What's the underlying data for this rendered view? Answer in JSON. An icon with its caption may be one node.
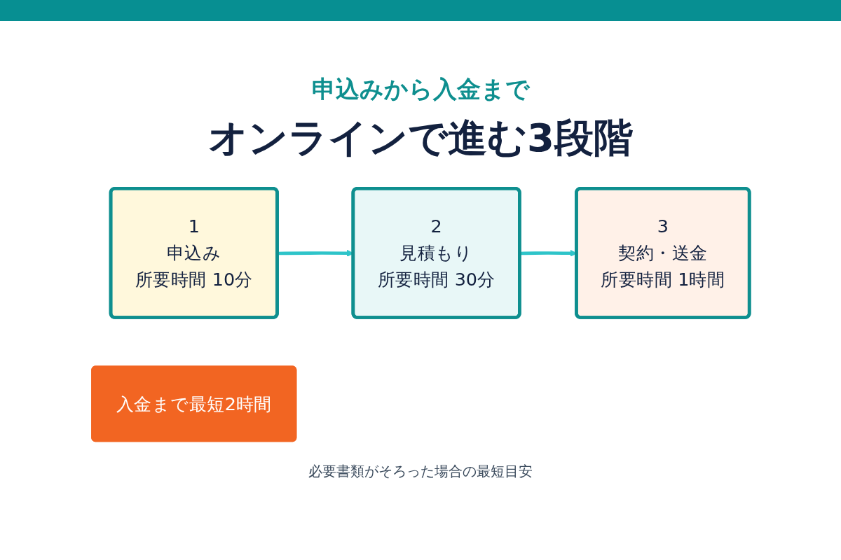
{
  "diagram": {
    "title": "オンラインで進む3段階",
    "nodes": [
      {
        "text": [
          "1",
          "申込み",
          "所要時間 10分"
        ]
      },
      {
        "text": [
          "2",
          "見積もり",
          "所要時間 30分"
        ]
      },
      {
        "text": [
          "3",
          "契約・送金",
          "所要時間 1時間"
        ]
      },
      {
        "text": [
          "入金まで最短2時間"
        ],
        "beside": [
          "必要書類がそろった場合の最短目安"
        ]
      }
    ],
    "edges": [
      {
        "from": 0,
        "to": 1,
        "arrow": "to"
      },
      {
        "from": 1,
        "to": 2,
        "arrow": "to"
      }
    ],
    "labels": [
      "申込みから入金まで"
    ]
  }
}
